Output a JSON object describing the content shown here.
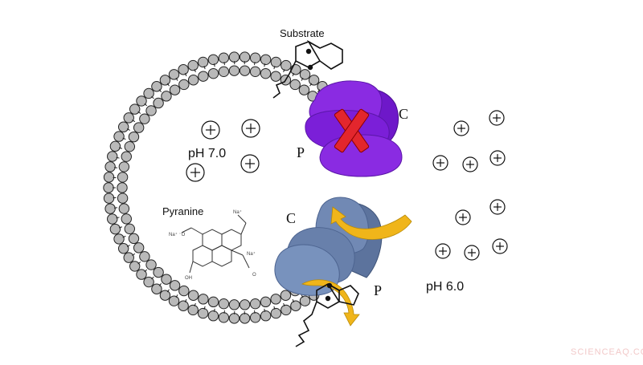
{
  "diagram": {
    "substrate_label": "Substrate",
    "ph_inside": "pH 7.0",
    "ph_outside": "pH 6.0",
    "dye_label": "Pyranine",
    "domain_c": "C",
    "domain_p": "P",
    "watermark": "SCIENCEAQ.COM",
    "proton_symbol": "+",
    "colors": {
      "bead_fill": "#b9b9b9",
      "bead_stroke": "#222222",
      "transporter_inhibited": "#8a2be2",
      "transporter_inhibited_dark": "#6e18c9",
      "transporter_active": "#7189b4",
      "transporter_active_dark": "#5c739d",
      "inhibitor_mark": "#e3262d",
      "flux_arrow": "#f0b51a",
      "flux_arrow_dark": "#c9960e",
      "watermark": "#f2c9c9"
    }
  }
}
